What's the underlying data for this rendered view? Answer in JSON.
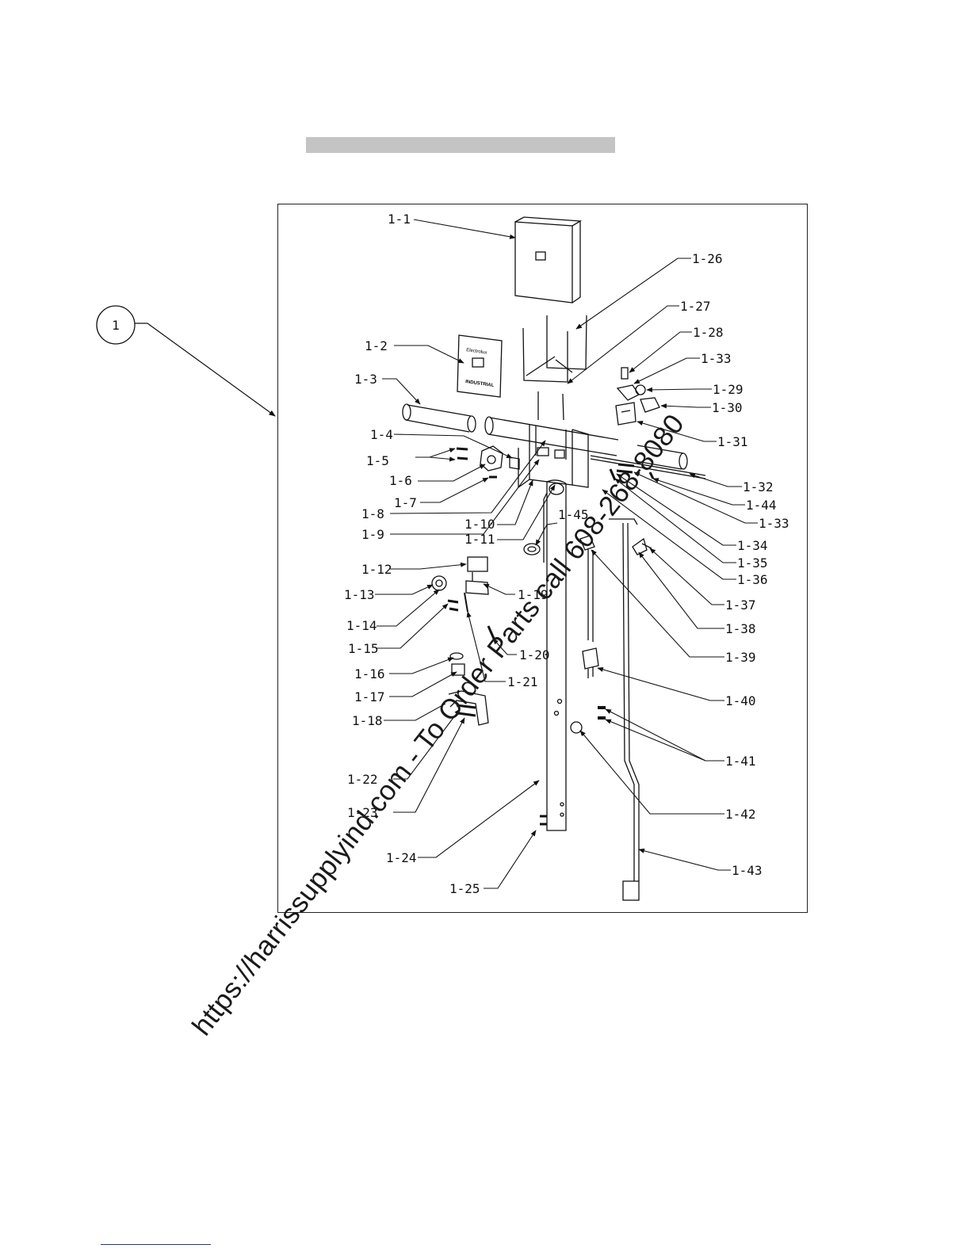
{
  "diagram": {
    "assembly_callout": "1",
    "labels": [
      "1-1",
      "1-2",
      "1-3",
      "1-4",
      "1-5",
      "1-6",
      "1-7",
      "1-8",
      "1-9",
      "1-10",
      "1-11",
      "1-12",
      "1-13",
      "1-14",
      "1-15",
      "1-16",
      "1-17",
      "1-18",
      "1-19",
      "1-20",
      "1-21",
      "1-22",
      "1-23",
      "1-24",
      "1-25",
      "1-26",
      "1-27",
      "1-28",
      "1-29",
      "1-30",
      "1-31",
      "1-32",
      "1-33",
      "1-34",
      "1-35",
      "1-36",
      "1-37",
      "1-38",
      "1-39",
      "1-40",
      "1-41",
      "1-42",
      "1-43",
      "1-44",
      "1-45"
    ],
    "nameplate_text": [
      "Electrolux",
      "INDUSTRIAL"
    ]
  },
  "watermark": "https://harrissupplyind.com - To Order Parts call 608-268-8080"
}
